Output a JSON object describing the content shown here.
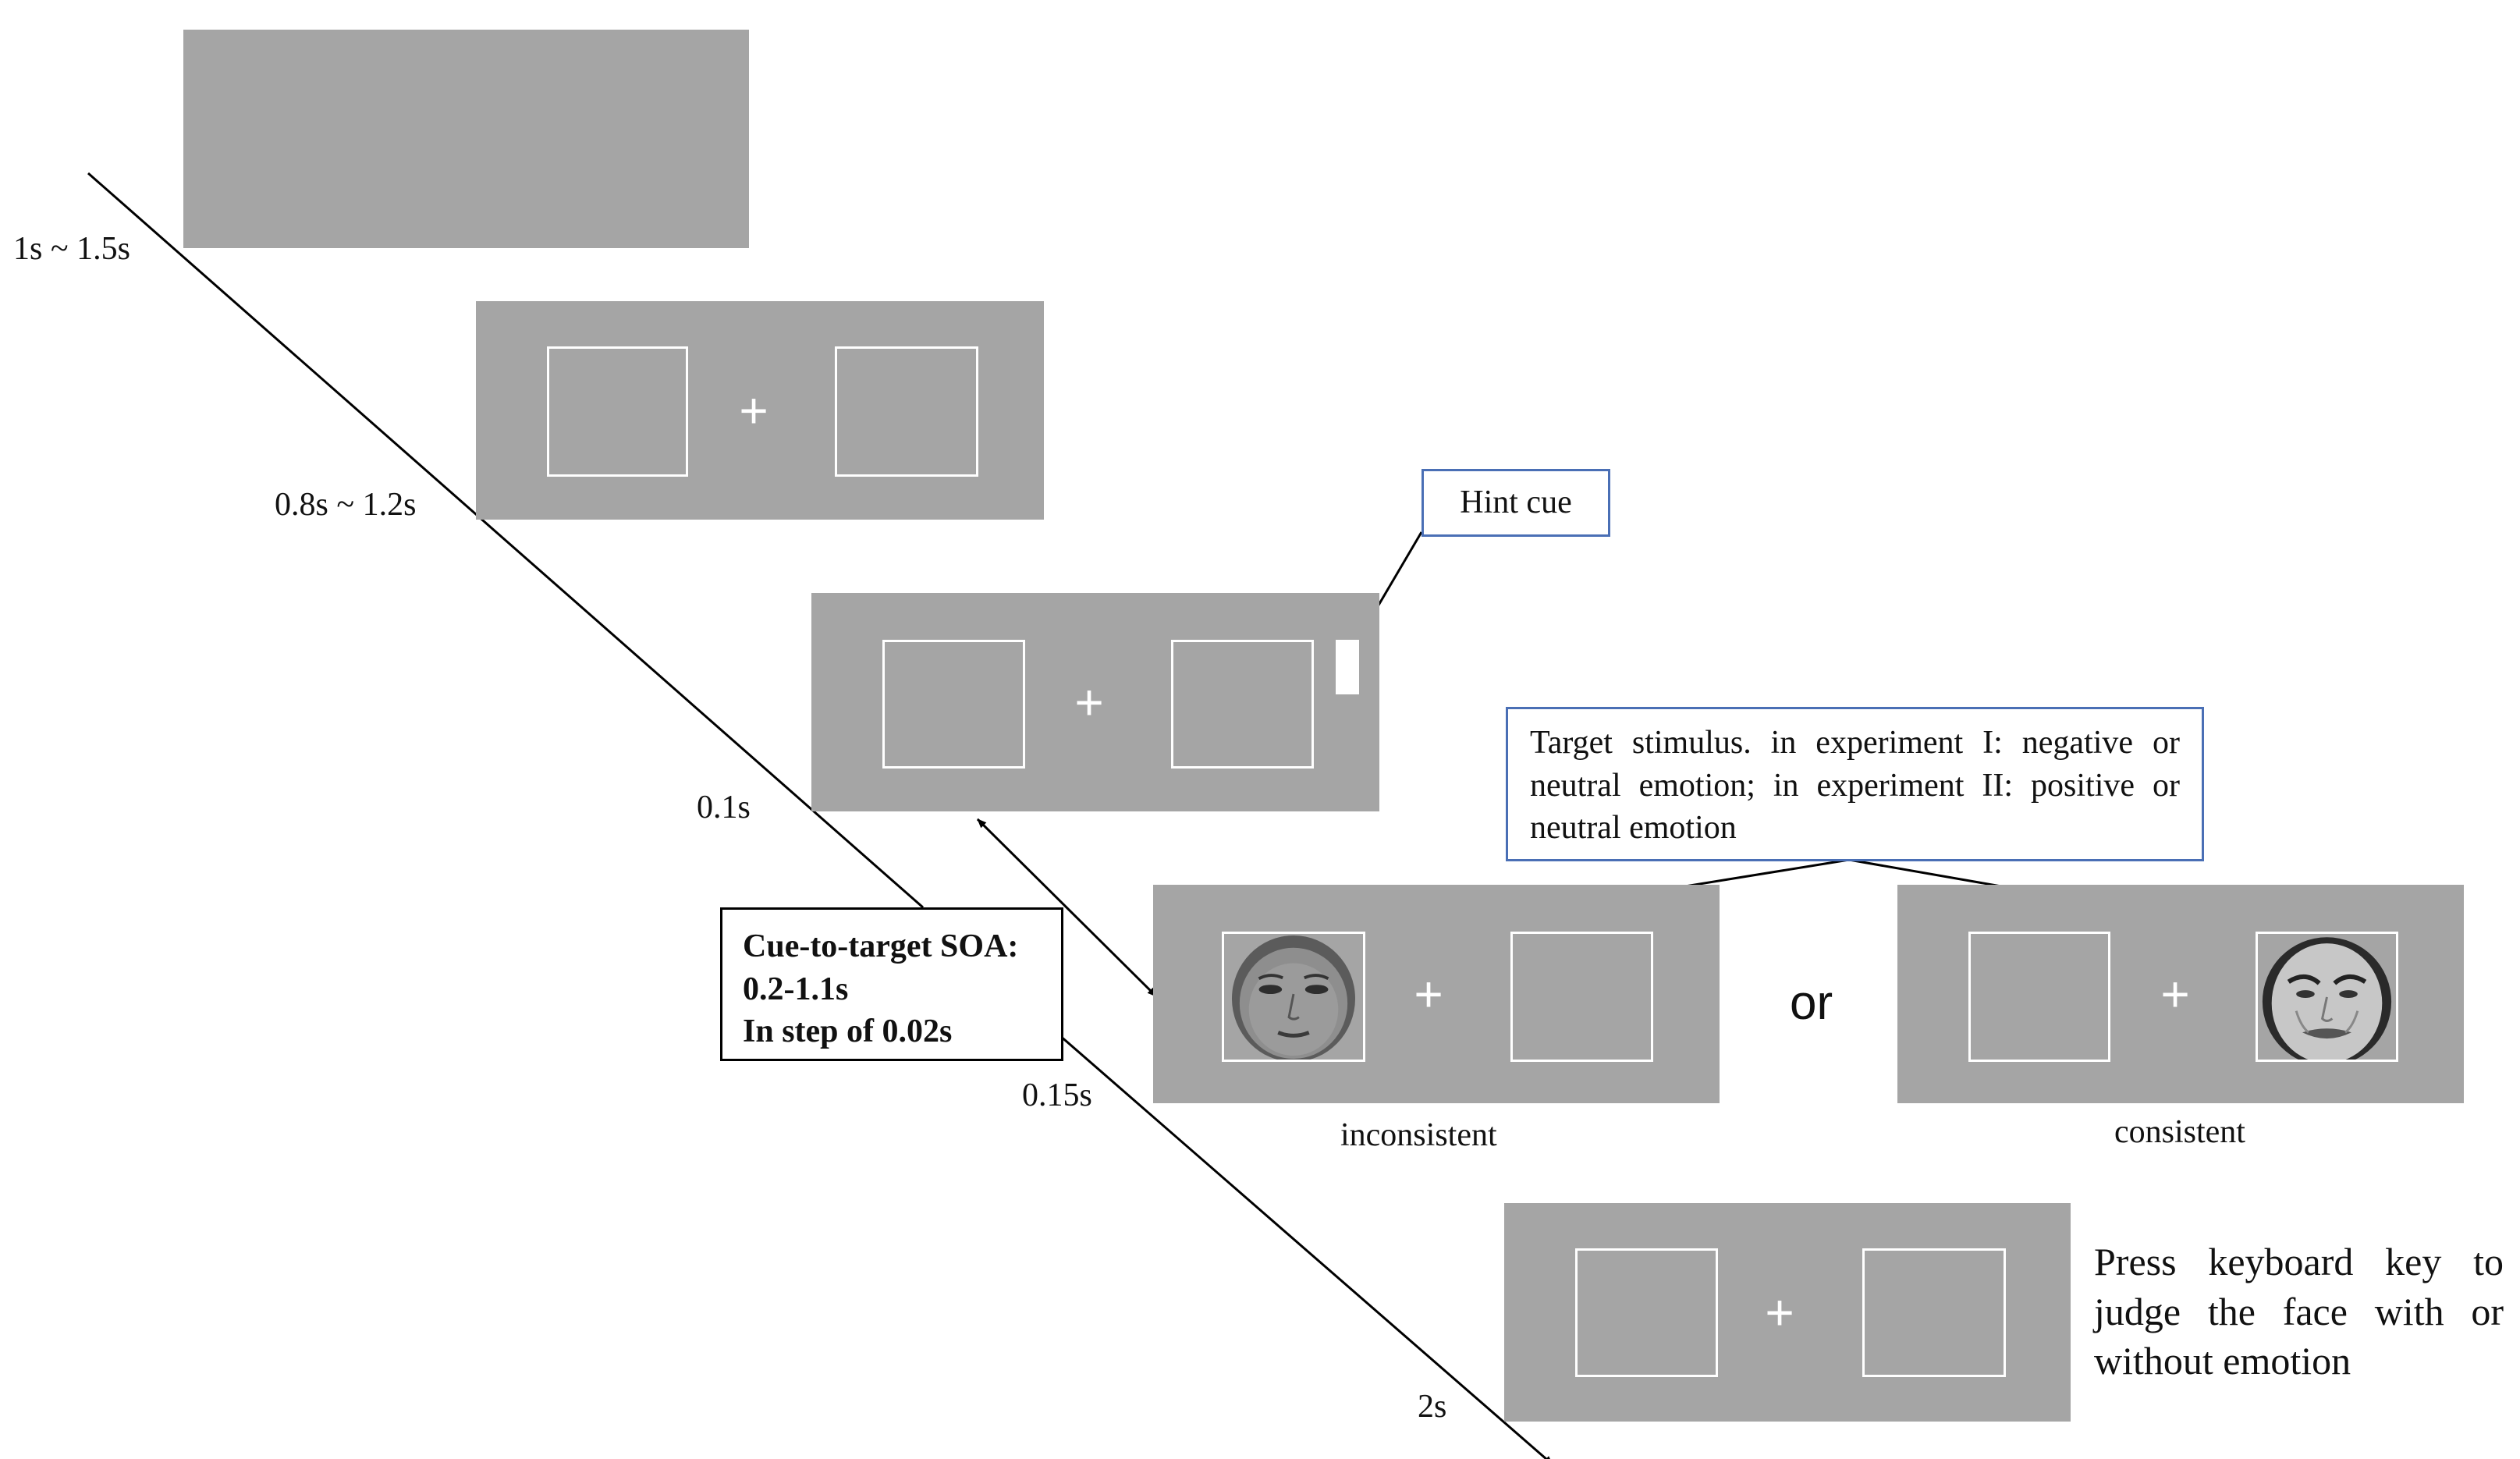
{
  "timeline": {
    "durations": [
      "1s ~ 1.5s",
      "0.8s ~ 1.2s",
      "0.1s",
      "0.15s",
      "2s"
    ]
  },
  "screens": {
    "fixation_symbol": "+"
  },
  "hint_cue": {
    "label": "Hint cue"
  },
  "target_callout": {
    "text": "Target stimulus. in experiment I: negative or neutral emotion;  in experiment II: positive or neutral emotion"
  },
  "soa_box": {
    "line1": "Cue-to-target SOA:",
    "line2": "0.2-1.1s",
    "line3": "In step of  0.02s"
  },
  "conditions": {
    "or_label": "or",
    "inconsistent": "inconsistent",
    "consistent": "consistent"
  },
  "response": {
    "instruction": "Press keyboard key to judge the face with or without emotion"
  },
  "colors": {
    "screen_gray": "#a5a5a5",
    "callout_border": "#4a6fb5",
    "frame": "#ffffff"
  },
  "icons": [
    "neutral-face-icon",
    "emotional-face-icon",
    "fixation-cross-icon"
  ]
}
